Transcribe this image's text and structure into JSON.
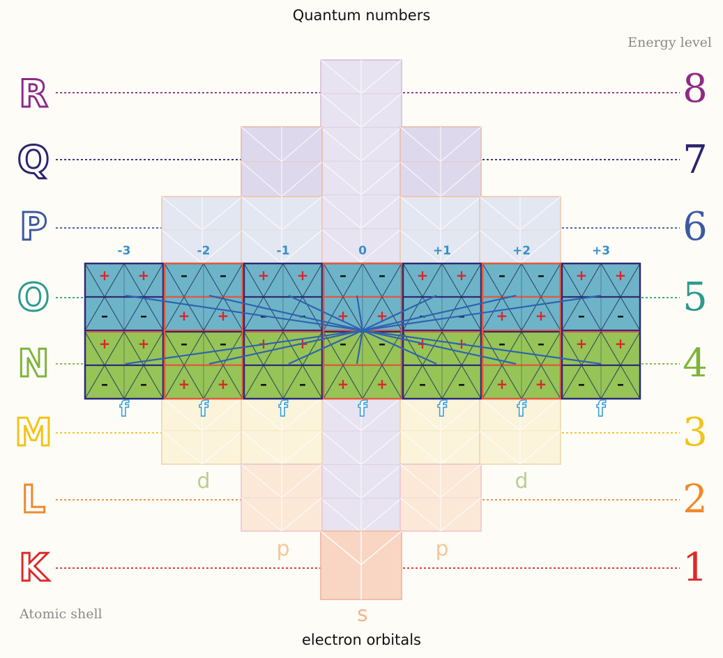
{
  "title": "Quantum numbers",
  "footer": "electron orbitals",
  "energy_caption": "Energy level",
  "shell_caption": "Atomic shell",
  "levels": [
    {
      "shell": "R",
      "number": "8",
      "color": "#8e2a86"
    },
    {
      "shell": "Q",
      "number": "7",
      "color": "#2b2470"
    },
    {
      "shell": "P",
      "number": "6",
      "color": "#3c5aa0"
    },
    {
      "shell": "O",
      "number": "5",
      "color": "#2d9a8c"
    },
    {
      "shell": "N",
      "number": "4",
      "color": "#7fb43a"
    },
    {
      "shell": "M",
      "number": "3",
      "color": "#f2c318"
    },
    {
      "shell": "L",
      "number": "2",
      "color": "#ee8a2c"
    },
    {
      "shell": "K",
      "number": "1",
      "color": "#dd2a2a"
    }
  ],
  "magnetic_numbers": [
    "-3",
    "-2",
    "-1",
    "0",
    "+1",
    "+2",
    "+3"
  ],
  "f_label": "f",
  "sub_labels": {
    "d": "d",
    "p": "p",
    "s": "s"
  },
  "colors": {
    "f_label": "#3aa0d8",
    "line": "#2f63b0",
    "o_fill": "#6eb4c8",
    "n_fill": "#96c457"
  }
}
